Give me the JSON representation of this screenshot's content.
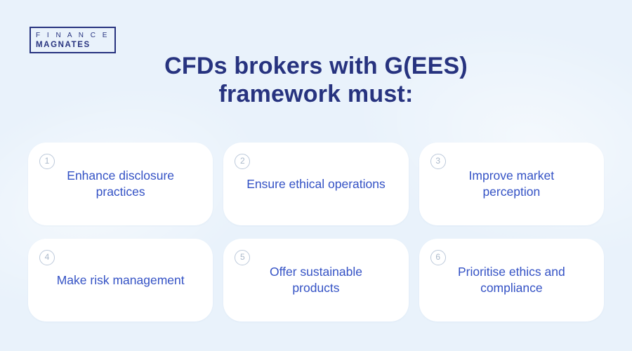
{
  "logo": {
    "line1": "F I N A N C E",
    "line2": "MAGNATES"
  },
  "title": {
    "line1": "CFDs brokers with G(EES)",
    "line2": "framework must:"
  },
  "cards": [
    {
      "number": "1",
      "label": "Enhance disclosure practices"
    },
    {
      "number": "2",
      "label": "Ensure ethical operations"
    },
    {
      "number": "3",
      "label": "Improve market perception"
    },
    {
      "number": "4",
      "label": "Make risk management"
    },
    {
      "number": "5",
      "label": "Offer sustainable products"
    },
    {
      "number": "6",
      "label": "Prioritise ethics and compliance"
    }
  ],
  "colors": {
    "background": "#e9f2fb",
    "title_text": "#27337f",
    "card_background": "#ffffff",
    "card_text": "#3452c5",
    "number_circle": "#bcc9da"
  }
}
